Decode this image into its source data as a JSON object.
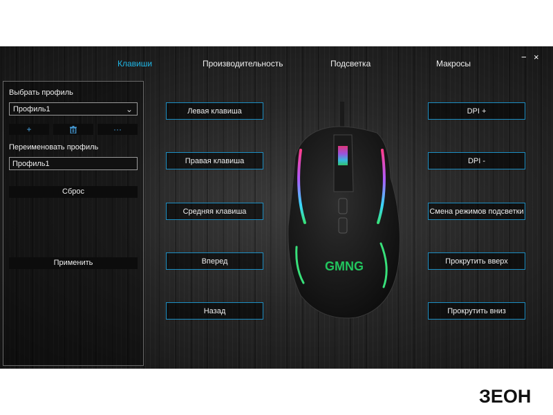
{
  "window": {
    "minimize": "−",
    "close": "×"
  },
  "tabs": [
    {
      "label": "Клавиши",
      "active": true
    },
    {
      "label": "Производительность"
    },
    {
      "label": "Подсветка"
    },
    {
      "label": "Макросы"
    }
  ],
  "profile_panel": {
    "select_label": "Выбрать профиль",
    "selected_profile": "Профиль1",
    "add_icon": "+",
    "delete_icon": "trash-icon",
    "more_icon": "···",
    "rename_label": "Переименовать профиль",
    "rename_value": "Профиль1",
    "reset_label": "Сброс",
    "apply_label": "Применить"
  },
  "left_buttons": [
    "Левая клавиша",
    "Правая клавиша",
    "Средняя клавиша",
    "Вперед",
    "Назад"
  ],
  "right_buttons": [
    "DPI +",
    "DPI -",
    "Смена режимов подсветки",
    "Прокрутить вверх",
    "Прокрутить вниз"
  ],
  "mouse_logo": "GMNG",
  "watermark": "ЗЕОН",
  "colors": {
    "accent": "#1fb8e8",
    "button_border": "#1c8fc4",
    "logo_green": "#22c55e"
  }
}
